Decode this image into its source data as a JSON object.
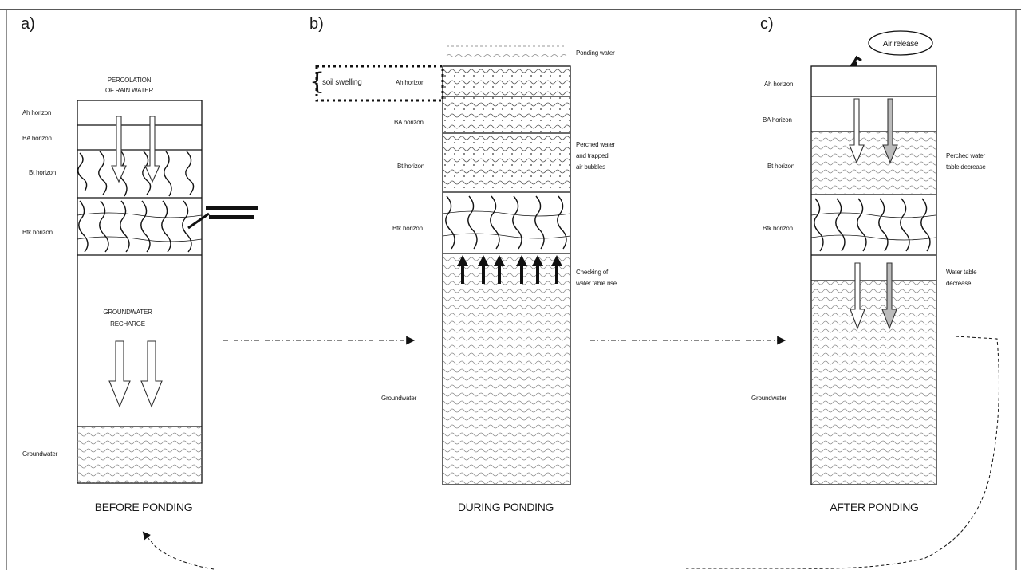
{
  "panels": {
    "a": {
      "letter": "a)",
      "labels": {
        "percolation_1": "PERCOLATION",
        "percolation_2": "OF RAIN WATER",
        "ah": "Ah horizon",
        "ba": "BA horizon",
        "bt": "Bt horizon",
        "btk": "Btk horizon",
        "recharge_1": "GROUNDWATER",
        "recharge_2": "RECHARGE",
        "groundwater": "Groundwater"
      },
      "caption": "BEFORE PONDING"
    },
    "b": {
      "letter": "b)",
      "labels": {
        "ponding_water": "Ponding water",
        "soil_swelling": "soil swelling",
        "ah": "Ah horizon",
        "ba": "BA horizon",
        "bt": "Bt horizon",
        "perched_1": "Perched water",
        "perched_2": "and trapped",
        "perched_3": "air bubbles",
        "btk": "Btk horizon",
        "checking_1": "Checking of",
        "checking_2": "water table rise",
        "groundwater": "Groundwater"
      },
      "caption": "DURING PONDING"
    },
    "c": {
      "letter": "c)",
      "labels": {
        "air_release": "Air release",
        "ah": "Ah horizon",
        "ba": "BA horizon",
        "bt": "Bt horizon",
        "perched_1": "Perched water",
        "perched_2": "table decrease",
        "btk": "Btk horizon",
        "wt_1": "Water table",
        "wt_2": "decrease",
        "groundwater": "Groundwater"
      },
      "caption": "AFTER PONDING"
    }
  }
}
